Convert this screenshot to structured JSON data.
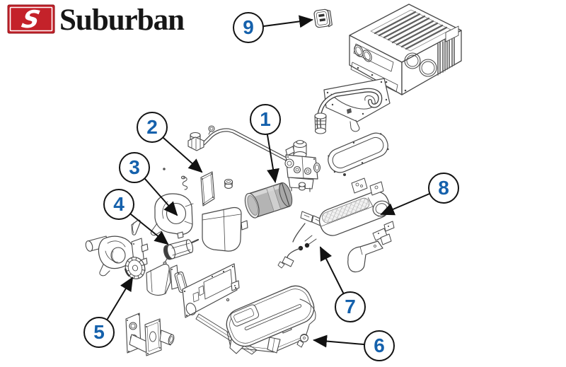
{
  "brand": {
    "name": "Suburban",
    "logo_letter": "S"
  },
  "diagram": {
    "callouts": [
      {
        "label": "1"
      },
      {
        "label": "2"
      },
      {
        "label": "3"
      },
      {
        "label": "4"
      },
      {
        "label": "5"
      },
      {
        "label": "6"
      },
      {
        "label": "7"
      },
      {
        "label": "8"
      },
      {
        "label": "9"
      }
    ]
  },
  "colors": {
    "callout_blue": "#1561ac",
    "logo_red": "#c4222a",
    "art_line": "#474747",
    "arrow_black": "#111111"
  }
}
